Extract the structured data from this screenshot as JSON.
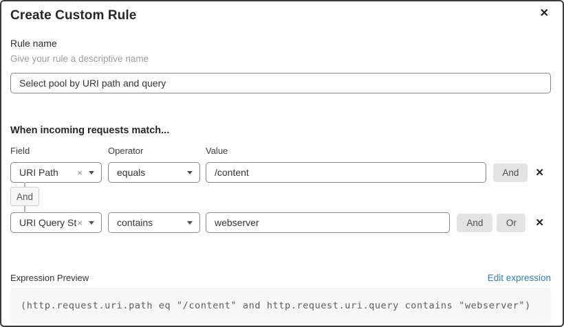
{
  "dialog": {
    "title": "Create Custom Rule"
  },
  "icons": {
    "close": "✕",
    "clear": "×",
    "remove": "✕"
  },
  "rule_name": {
    "label": "Rule name",
    "helper": "Give your rule a descriptive name",
    "value": "Select pool by URI path and query"
  },
  "matcher": {
    "heading": "When incoming requests match...",
    "columns": {
      "field": "Field",
      "operator": "Operator",
      "value": "Value"
    },
    "connector_label": "And",
    "rows": [
      {
        "field": "URI Path",
        "operator": "equals",
        "value": "/content",
        "and_label": "And"
      },
      {
        "field": "URI Query St...",
        "operator": "contains",
        "value": "webserver",
        "and_label": "And",
        "or_label": "Or"
      }
    ]
  },
  "expression": {
    "label": "Expression Preview",
    "edit_link": "Edit expression",
    "code": "(http.request.uri.path eq \"/content\" and http.request.uri.query contains \"webserver\")"
  },
  "colors": {
    "link_blue": "#2f7fba",
    "button_gray": "#e3e3e3",
    "code_background": "#f7f7f7",
    "input_border": "#848484",
    "dialog_border": "#3a3a3a"
  }
}
